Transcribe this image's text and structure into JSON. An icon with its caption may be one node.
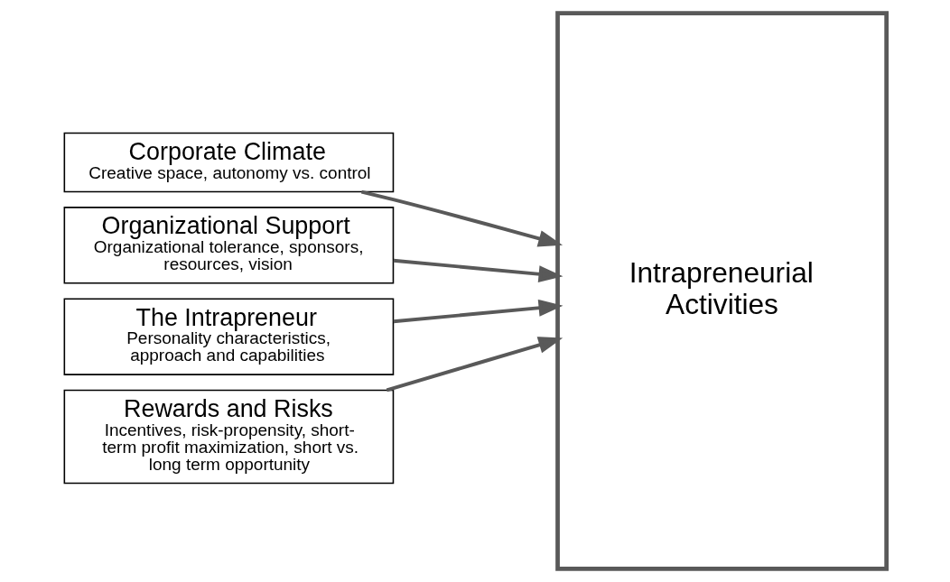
{
  "diagram": {
    "nodes": [
      {
        "text": [
          "Corporate Climate",
          "Creative space, autonomy vs. control"
        ]
      },
      {
        "text": [
          "Organizational Support",
          "Organizational tolerance, sponsors, resources, vision"
        ]
      },
      {
        "text": [
          "The Intrapreneur",
          "Personality characteristics, approach and capabilities"
        ]
      },
      {
        "text": [
          "Rewards and Risks",
          "Incentives, risk-propensity, short-term profit maximization, short vs. long term opportunity"
        ]
      },
      {
        "text": [
          "Intrapreneurial Activities"
        ]
      }
    ],
    "edges": [
      {
        "from": 0,
        "to": 4,
        "arrow": "to"
      },
      {
        "from": 1,
        "to": 4,
        "arrow": "to"
      },
      {
        "from": 2,
        "to": 4,
        "arrow": "to"
      },
      {
        "from": 3,
        "to": 4,
        "arrow": "to"
      }
    ]
  }
}
